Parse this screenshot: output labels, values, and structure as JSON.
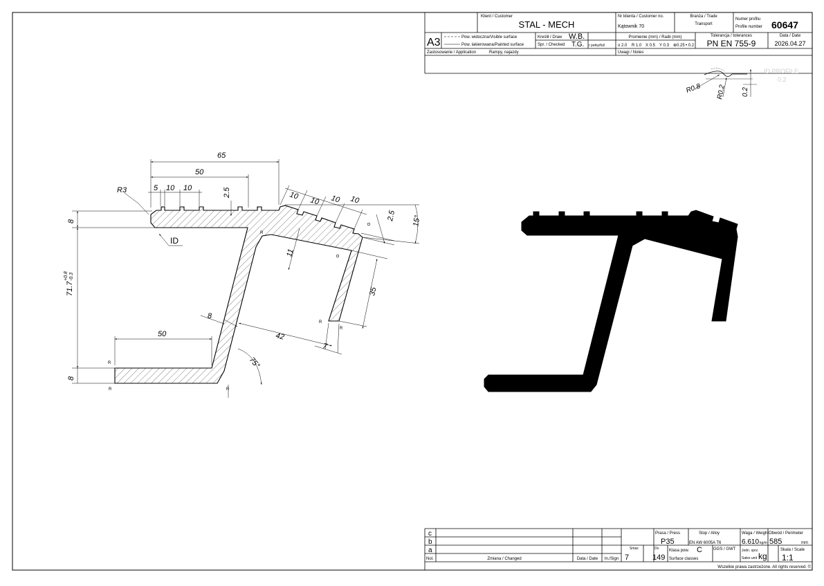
{
  "title_block": {
    "customer_label": "Klient / Customer",
    "customer": "STAL - MECH",
    "customer_no_label": "Nr klienta / Customer no.",
    "customer_no": "Kątownik 70",
    "trade_label": "Branża / Trade",
    "trade": "Transport",
    "profile_label_pl": "Numer profilu",
    "profile_label_en": "Profile number",
    "profile_number": "60647",
    "sheet_size": "A3",
    "visible_surface": "Pow. widoczna/Visible surface",
    "painted_surface": "Pow. lakierowana/Painted surface",
    "drawn_label": "Kreślił / Draw",
    "drawn_by": "W.B.",
    "checked_label": "Spr. / Checked",
    "checked_by": "T.G.",
    "radii_label": "Promienie (mm) / Radii (mm)",
    "full_label": "r pełny/full",
    "radius_values": [
      "o 2.0",
      "R 1.0",
      "X 0.5",
      "Y 0.3",
      "⊕0.25",
      "• 0.2"
    ],
    "tolerance_label": "Tolerancja / tolerances",
    "tolerance": "PN EN 755-9",
    "date_label": "Data / Date",
    "date": "2026.04.27",
    "application_label": "Zastosowanie / Application",
    "application": "Rampy, najazdy",
    "notes_label": "Uwagi / Notes"
  },
  "detail": {
    "labels": [
      "R0.8",
      "R0.2",
      "0.2"
    ],
    "faded_text": [
      "ID PROFILE",
      "0.2"
    ]
  },
  "section_view": {
    "dimensions": {
      "overall_top": "65",
      "top_inner": "50",
      "slot_pitch_1": "5",
      "slot_pitch_2": "10",
      "slot_pitch_3": "10",
      "slot_depth": "2.5",
      "right_pitch": [
        "10",
        "10",
        "10",
        "10"
      ],
      "right_depth": "2.5",
      "angle_top": "15°",
      "corner_radius": "R3",
      "top_thickness": "8",
      "height_value": "71.7",
      "height_tol_plus": "+0.8",
      "height_tol_minus": "-0.3",
      "bottom_thickness": "8",
      "id_marker": "ID",
      "inner_offset": "11",
      "leg_length": "35",
      "wall": "8",
      "span": "42",
      "leg_thickness": "7",
      "bottom_length": "50",
      "angle_bottom": "75°",
      "radius_marks": [
        "R",
        "R",
        "R",
        "R",
        "R",
        "R"
      ]
    }
  },
  "bottom_block": {
    "rev_rows": [
      "c",
      "b",
      "a"
    ],
    "no_label": "Nol.",
    "change_label": "Zmiana / Changed",
    "date_label": "Data / Date",
    "sign_label": "In./Sign",
    "smax_label": "Smax",
    "smax": "7",
    "ds_label": "Ds",
    "ds": "149",
    "press_label": "Prasa / Press",
    "press": "P35",
    "alloy_label": "Stop / Alloy",
    "alloy": "EN AW 6005A T6",
    "weight_label": "Waga / Weight",
    "weight": "6.610",
    "weight_unit": "kg/m",
    "perimeter_label": "Obwód / Perimeter",
    "perimeter": "585",
    "perimeter_unit": "mm",
    "surface_class_label": "Klasa pow.",
    "surface_class": "C",
    "surface_classes_label": "Surface classes",
    "ggs_label": "GGS / GWT",
    "sales_unit_label_pl": "Jedn. sprz.",
    "sales_unit_label_en": "Sales unit",
    "sales_unit": "kg",
    "scale_label": "Skala / Scale",
    "scale": "1:1",
    "rights": "Wszelkie prawa zastrzeżone. All rights reserved. ©"
  }
}
